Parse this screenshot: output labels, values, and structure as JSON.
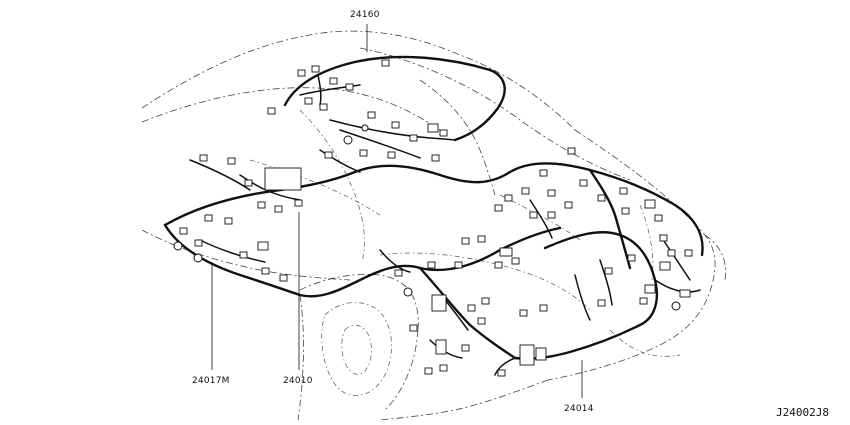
{
  "labels": {
    "harness_roof": "24160",
    "harness_main": "24010",
    "harness_body": "24017M",
    "harness_rear": "24014"
  },
  "figure_code": "J24002J8"
}
